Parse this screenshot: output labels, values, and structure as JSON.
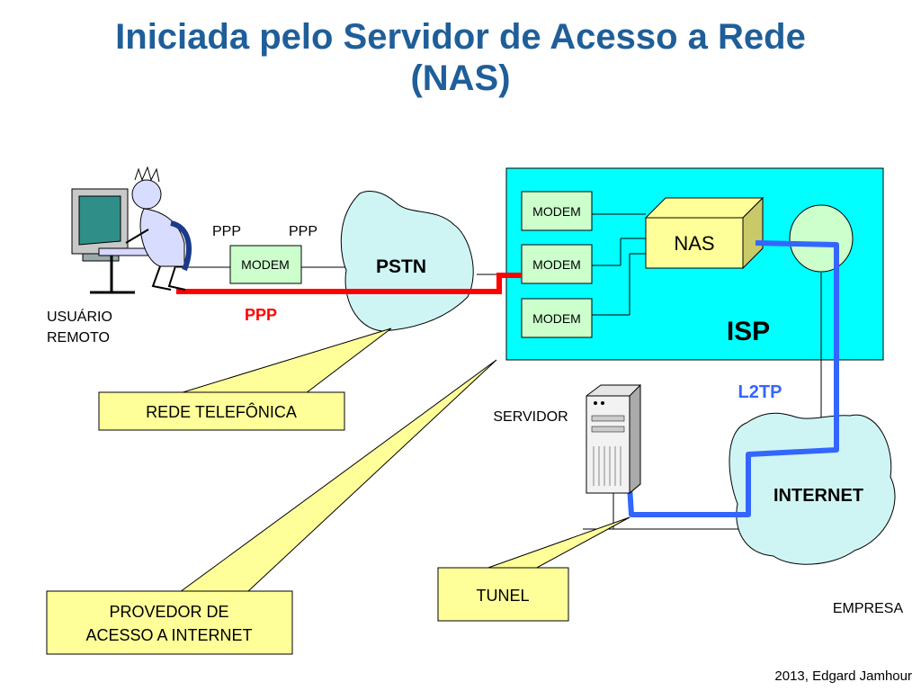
{
  "title": {
    "line1": "Iniciada pelo Servidor de Acesso a Rede",
    "line2": "(NAS)"
  },
  "labels": {
    "ppp_a": "PPP",
    "ppp_b": "PPP",
    "ppp_red": "PPP",
    "modem": "MODEM",
    "pstn": "PSTN",
    "nas": "NAS",
    "isp": "ISP",
    "l2tp": "L2TP",
    "servidor": "SERVIDOR",
    "internet": "INTERNET",
    "empresa": "EMPRESA",
    "usuario_line1": "USUÁRIO",
    "usuario_line2": "REMOTO"
  },
  "callouts": {
    "rede_telefonica": "REDE TELEFÔNICA",
    "provedor_line1": "PROVEDOR DE",
    "provedor_line2": "ACESSO A INTERNET",
    "tunel": "TUNEL"
  },
  "footer": "2013, Edgard Jamhour",
  "colors": {
    "title": "#1f5f99",
    "cloud": "#cef5f3",
    "isp_box": "#00ffff",
    "modem_box": "#ccffcc",
    "callout": "#ffff99",
    "ppp_line": "#ff0000",
    "l2tp_line": "#3366ff"
  },
  "icons": [
    "computer-user-icon",
    "server-tower-icon"
  ]
}
